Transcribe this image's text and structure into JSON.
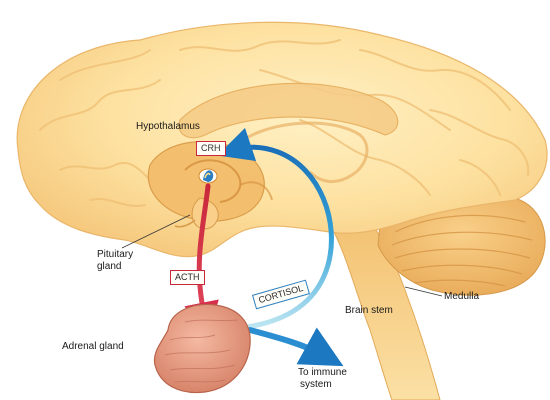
{
  "labels": {
    "hypothalamus": "Hypothalamus",
    "crh": "CRH",
    "pituitary_line1": "Pituitary",
    "pituitary_line2": "gland",
    "acth": "ACTH",
    "cortisol": "CORTISOL",
    "adrenal": "Adrenal gland",
    "brain_stem": "Brain stem",
    "medulla": "Medulla",
    "immune_line1": "To immune",
    "immune_line2": "system"
  },
  "colors": {
    "brain_light": "#fde6a6",
    "brain_mid": "#f6c878",
    "brain_dark": "#e5a24a",
    "red_arrow": "#d42a3c",
    "blue_arrow": "#1f86c8",
    "adrenal": "#e0967e",
    "crh_border": "#c8283a",
    "acth_border": "#c8283a",
    "cortisol_border": "#2b7fc0"
  }
}
